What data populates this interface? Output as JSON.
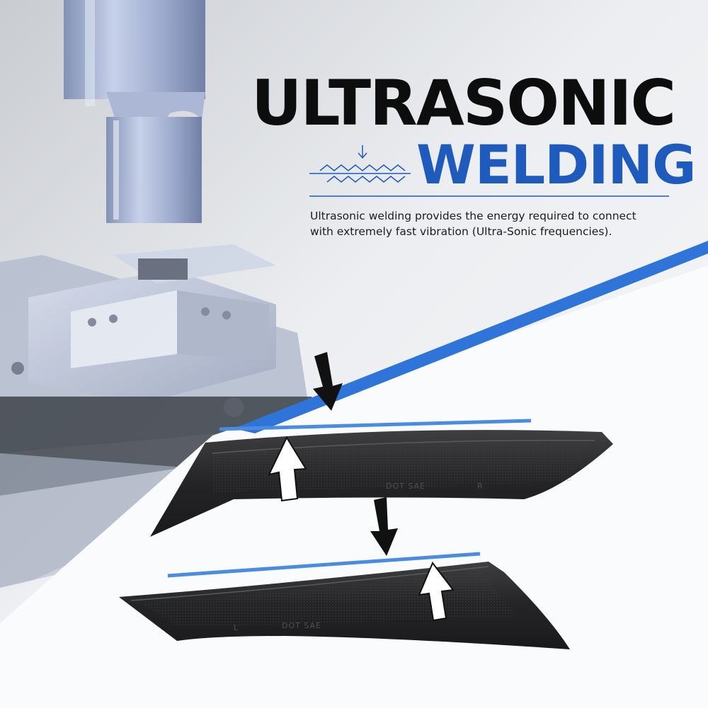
{
  "heading": {
    "line1": "ULTRASONIC",
    "line2": "WELDING",
    "accent_color": "#1f5bbd",
    "description": "Ultrasonic welding provides the energy required to connect\nwith extremely fast vibration  (Ultra-Sonic frequencies)."
  },
  "parts": {
    "upper": {
      "stamp": "DOT SAE",
      "side": "R"
    },
    "lower": {
      "stamp": "DOT SAE",
      "side": "L"
    }
  },
  "icons": [
    "wave-weld-icon",
    "down-arrow-icon",
    "up-arrow-icon"
  ]
}
